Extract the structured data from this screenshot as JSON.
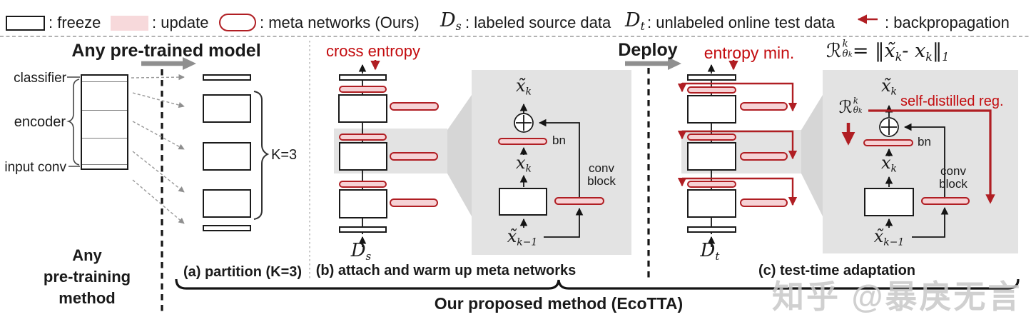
{
  "colors": {
    "accent_red": "#b01e23",
    "red_text": "#c30b0e",
    "pink_fill": "#f6d2d5",
    "panel_gray": "#e3e3e3",
    "arrow_gray": "#8f8f8f"
  },
  "legend": {
    "freeze": ": freeze",
    "update": ": update",
    "meta": ": meta networks (Ours)",
    "ds": {
      "base": "D",
      "sub": "s"
    },
    "ds_text": ": labeled source data",
    "dt": {
      "base": "D",
      "sub": "t"
    },
    "dt_text": ": unlabeled online test data",
    "backprop": ": backpropagation"
  },
  "pretrained": {
    "title": "Any pre-trained model",
    "classifier": "classifier",
    "encoder": "encoder",
    "input_conv": "input conv"
  },
  "pretraining": {
    "line1": "Any",
    "line2": "pre-training",
    "line3": "method"
  },
  "partition": {
    "k": "K=3",
    "caption": "(a) partition (K=3)"
  },
  "warmup": {
    "loss": "cross entropy",
    "source": {
      "base": "D",
      "sub": "s"
    },
    "caption": "(b) attach and warm up meta networks"
  },
  "deploy": "Deploy",
  "tta": {
    "loss": "entropy min.",
    "test": {
      "base": "D",
      "sub": "t"
    },
    "caption": "(c) test-time adaptation"
  },
  "meta_block": {
    "out": {
      "base": "x̃",
      "sub": "k"
    },
    "bn": "bn",
    "feat": {
      "base": "x",
      "sub": "k"
    },
    "conv1": "conv",
    "conv2": "block",
    "in": {
      "base": "x̃",
      "sub": "k−1"
    }
  },
  "reg": {
    "r": "ℛ",
    "sup": "k",
    "theta": "θ",
    "theta_k": "k",
    "eq": "= ‖",
    "x1": "x̃",
    "x1s": "k",
    "mid": "- ",
    "x2": "x",
    "x2s": "k",
    "close": "‖",
    "norm": "1",
    "self": "self-distilled reg."
  },
  "proposed": "Our proposed method (EcoTTA)",
  "watermark": "知乎 @暴戾无言"
}
